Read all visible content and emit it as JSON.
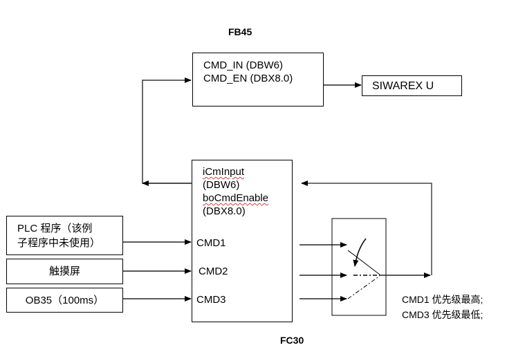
{
  "fb45": {
    "title": "FB45",
    "line1": "CMD_IN (DBW6)",
    "line2": "CMD_EN (DBX8.0)"
  },
  "siwarex": {
    "label": "SIWAREX U"
  },
  "fc30": {
    "title": "FC30",
    "out1": "iCmInput",
    "out2": "(DBW6)",
    "out3": "boCmdEnable",
    "out4": "(DBX8.0)",
    "inputs": [
      "CMD1",
      "CMD2",
      "CMD3"
    ]
  },
  "sources": [
    {
      "line1": "PLC 程序（该例",
      "line2": "子程序中未使用）"
    },
    {
      "line1": "触摸屏"
    },
    {
      "line1": "OB35（100ms）"
    }
  ],
  "priority_note": {
    "line1": "CMD1 优先级最高;",
    "line2": "CMD3 优先级最低;"
  },
  "colors": {
    "line": "#000000",
    "spellcheck": "#d04040"
  }
}
